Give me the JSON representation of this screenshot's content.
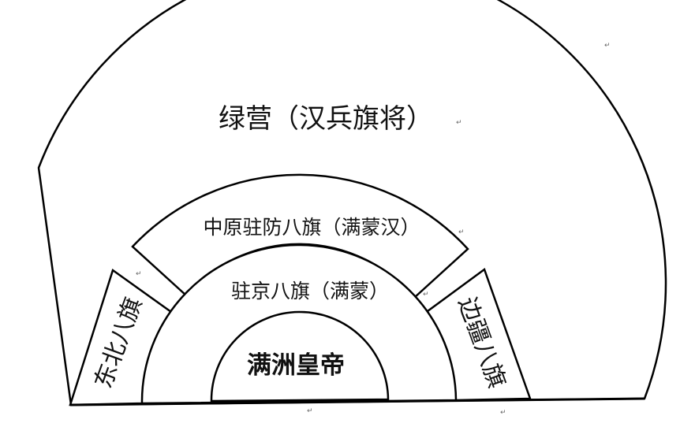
{
  "diagram": {
    "outer_tier": {
      "label": "绿营（汉兵旗将）"
    },
    "middle_tier": {
      "label": "中原驻防八旗（满蒙汉）"
    },
    "inner_tier": {
      "label": "驻京八旗（满蒙）"
    },
    "center": {
      "label": "满洲皇帝"
    },
    "left_wing": {
      "label": "东北八旗"
    },
    "right_wing": {
      "label": "边疆八旗"
    },
    "paragraph_mark": "↵"
  }
}
